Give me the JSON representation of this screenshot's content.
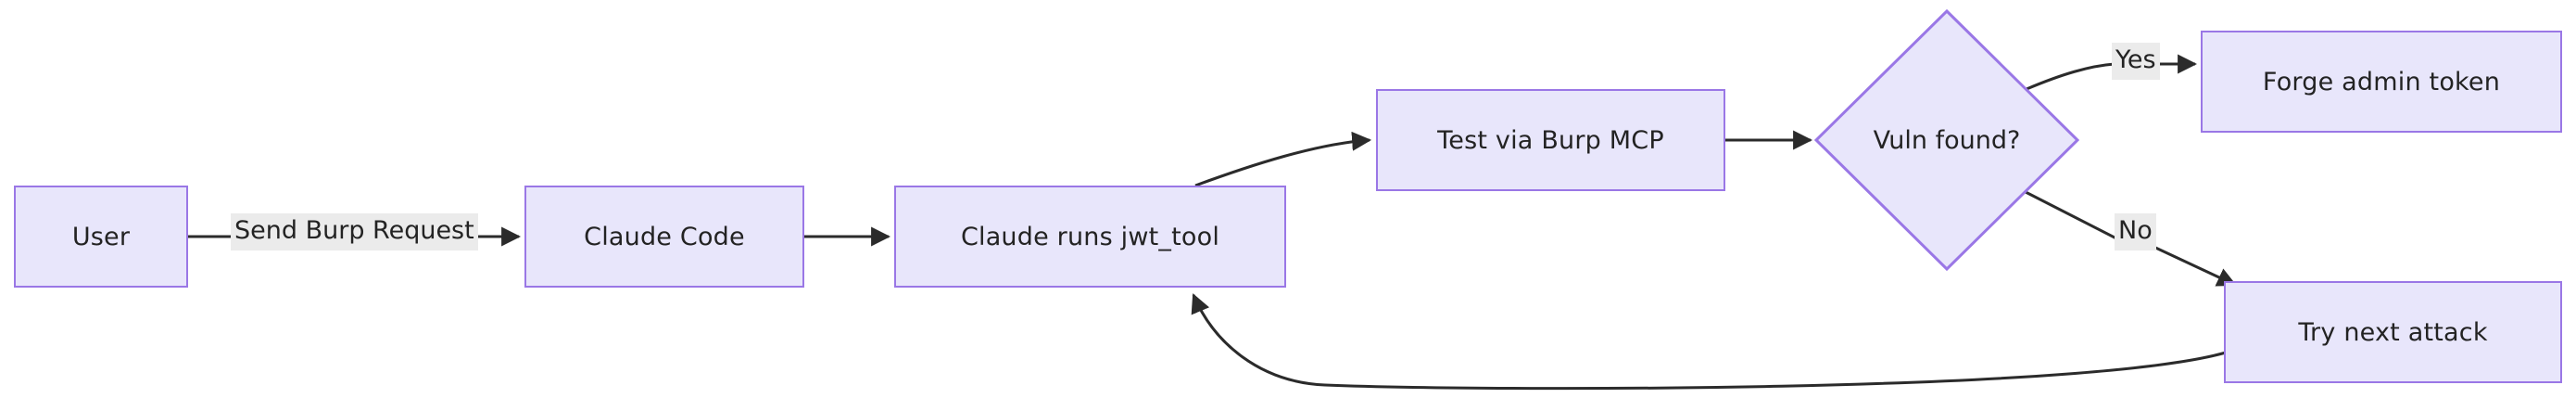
{
  "diagram": {
    "type": "flowchart",
    "direction": "left-to-right",
    "theme": {
      "node_fill": "#e8e6fb",
      "node_border": "#9a77e6",
      "edge_stroke": "#2b2b2b",
      "label_background": "#ebebeb",
      "text_color": "#232323",
      "canvas_background": "#ffffff"
    },
    "nodes": [
      {
        "id": "user",
        "label": "User",
        "shape": "rect"
      },
      {
        "id": "claude",
        "label": "Claude Code",
        "shape": "rect"
      },
      {
        "id": "jwt",
        "label": "Claude runs jwt_tool",
        "shape": "rect"
      },
      {
        "id": "burp",
        "label": "Test via Burp MCP",
        "shape": "rect"
      },
      {
        "id": "vuln",
        "label": "Vuln found?",
        "shape": "diamond"
      },
      {
        "id": "forge",
        "label": "Forge admin token",
        "shape": "rect"
      },
      {
        "id": "retry",
        "label": "Try next attack",
        "shape": "rect"
      }
    ],
    "edges": [
      {
        "from": "user",
        "to": "claude",
        "label": "Send Burp Request"
      },
      {
        "from": "claude",
        "to": "jwt",
        "label": ""
      },
      {
        "from": "jwt",
        "to": "burp",
        "label": ""
      },
      {
        "from": "burp",
        "to": "vuln",
        "label": ""
      },
      {
        "from": "vuln",
        "to": "forge",
        "label": "Yes"
      },
      {
        "from": "vuln",
        "to": "retry",
        "label": "No"
      },
      {
        "from": "retry",
        "to": "jwt",
        "label": ""
      }
    ]
  }
}
